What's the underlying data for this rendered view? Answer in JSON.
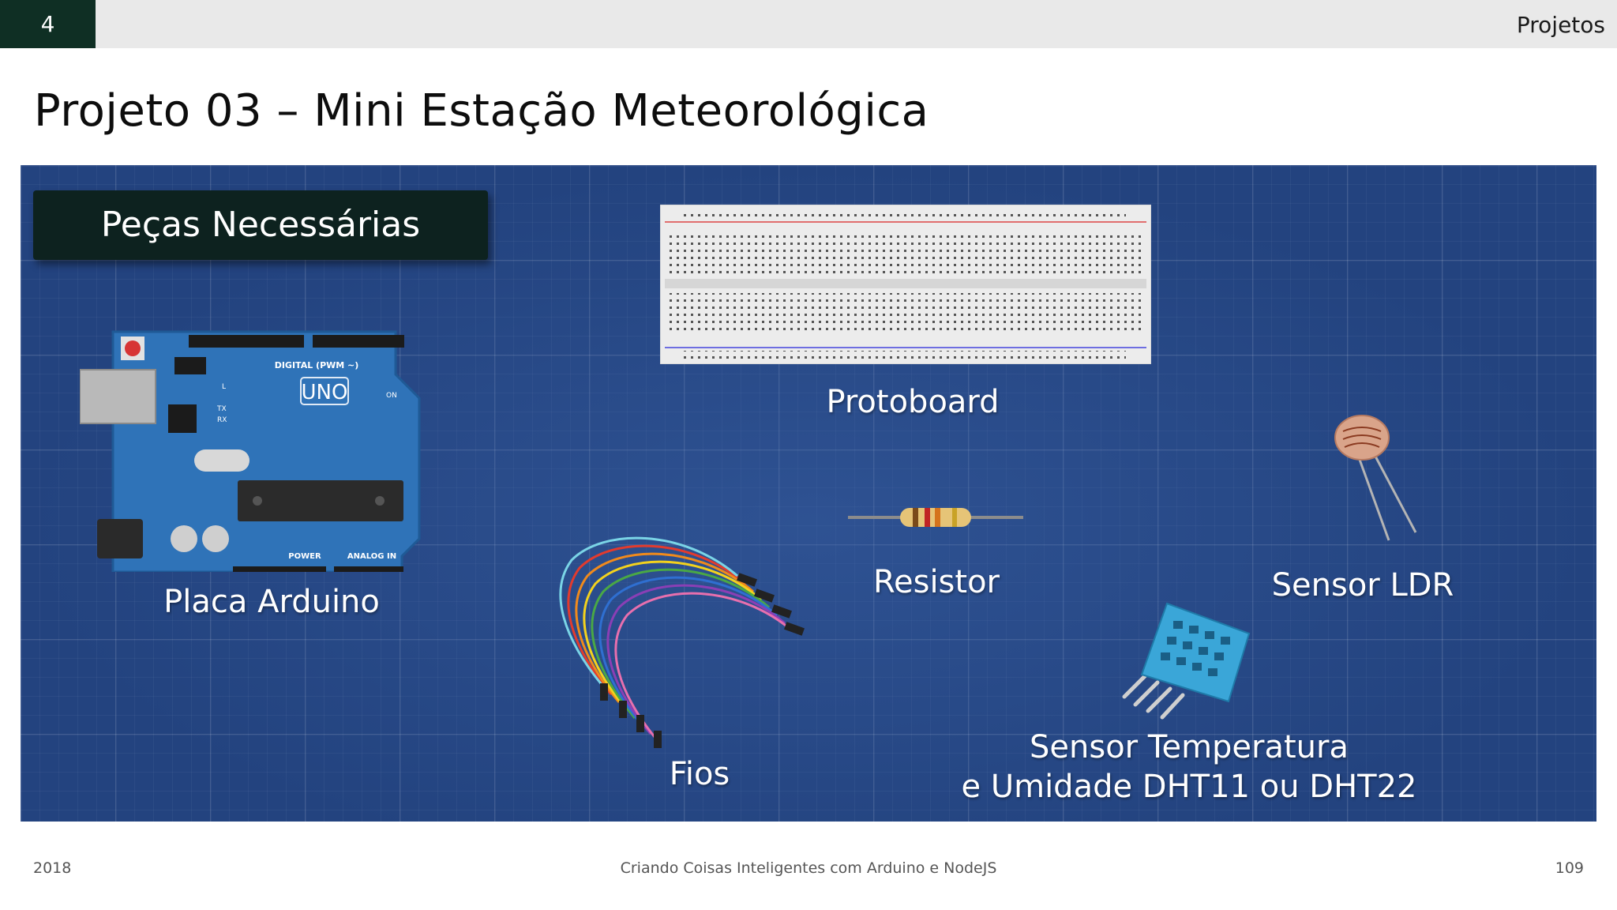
{
  "header": {
    "chapter_number": "4",
    "section": "Projetos"
  },
  "title": "Projeto 03 – Mini Estação Meteorológica",
  "panel": {
    "heading": "Peças Necessárias",
    "parts": {
      "arduino": {
        "label": "Placa Arduino",
        "board_model": "UNO",
        "pin_header_top": "DIGITAL (PWM ~)",
        "pin_header_power": "POWER",
        "pin_header_analog": "ANALOG IN",
        "led_on": "ON",
        "led_tx": "TX",
        "led_rx": "RX",
        "led_l": "L"
      },
      "protoboard": {
        "label": "Protoboard"
      },
      "resistor": {
        "label": "Resistor"
      },
      "ldr": {
        "label": "Sensor LDR"
      },
      "wires": {
        "label": "Fios"
      },
      "dht": {
        "label_line1": "Sensor Temperatura",
        "label_line2": "e Umidade DHT11 ou DHT22"
      }
    }
  },
  "footer": {
    "year": "2018",
    "book_title": "Criando Coisas Inteligentes com Arduino e NodeJS",
    "page_number": "109"
  },
  "colors": {
    "chapter_box": "#0f2f24",
    "panel_bg": "#23437f",
    "arduino_blue": "#2f73b8"
  }
}
